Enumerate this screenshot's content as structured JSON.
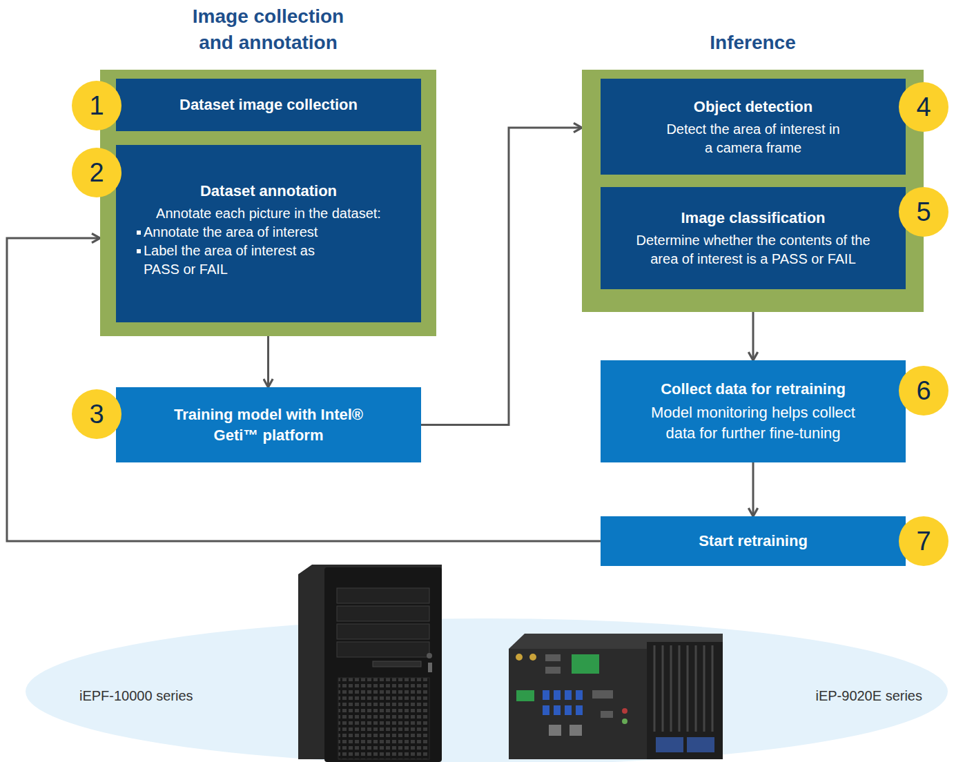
{
  "diagram": {
    "nodes": [
      {
        "text": [
          "Image collection and annotation"
        ]
      },
      {
        "text": [
          "Dataset image collection"
        ],
        "in": 0
      },
      {
        "text": [
          "Dataset annotation",
          "Annotate each picture in the dataset:",
          "Annotate the area of interest",
          "Label the area of interest as PASS or FAIL"
        ],
        "in": 0
      },
      {
        "text": [
          "Training model with Intel® Geti™ platform"
        ]
      },
      {
        "text": [
          "Inference"
        ]
      },
      {
        "text": [
          "Object detection",
          "Detect the area of interest in a camera frame"
        ],
        "in": 4
      },
      {
        "text": [
          "Image classification",
          "Determine whether the contents of the area of interest is a PASS or FAIL"
        ],
        "in": 4
      },
      {
        "text": [
          "Collect data for retraining",
          "Model monitoring helps collect data for further fine-tuning"
        ]
      },
      {
        "text": [
          "Start retraining"
        ]
      }
    ],
    "edges": [
      {
        "from": 0,
        "to": 3,
        "arrow": "to"
      },
      {
        "from": 3,
        "to": 4,
        "arrow": "to"
      },
      {
        "from": 4,
        "to": 7,
        "arrow": "to"
      },
      {
        "from": 7,
        "to": 8,
        "arrow": "to"
      },
      {
        "from": 8,
        "to": 0,
        "arrow": "to"
      }
    ],
    "labels": [
      "1",
      "2",
      "3",
      "4",
      "5",
      "6",
      "7",
      "iEPF-10000 series",
      "iEP-9020E series"
    ]
  }
}
